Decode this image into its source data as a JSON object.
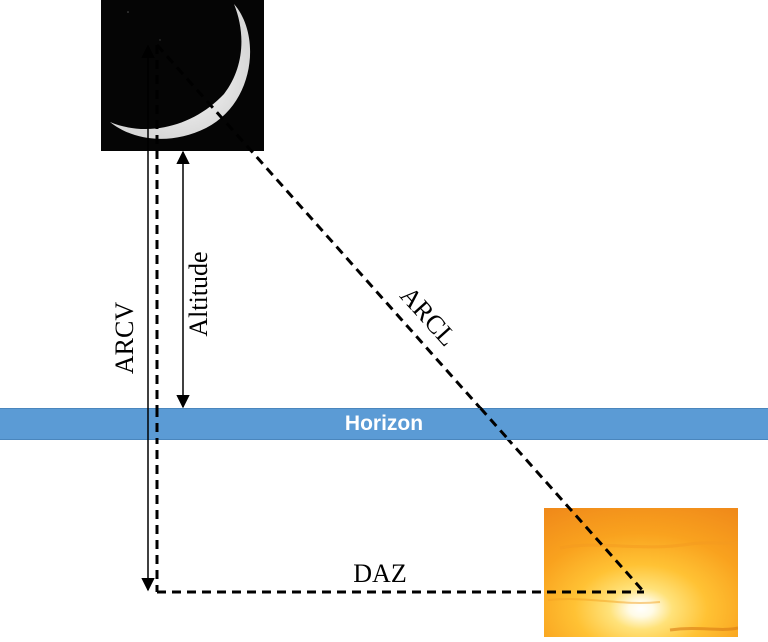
{
  "horizon": {
    "label": "Horizon",
    "color": "#5b9bd5"
  },
  "labels": {
    "arcv": "ARCV",
    "altitude": "Altitude",
    "arcl": "ARCL",
    "daz": "DAZ"
  },
  "images": {
    "moon": "crescent-moon",
    "sun": "sunset-sun"
  }
}
